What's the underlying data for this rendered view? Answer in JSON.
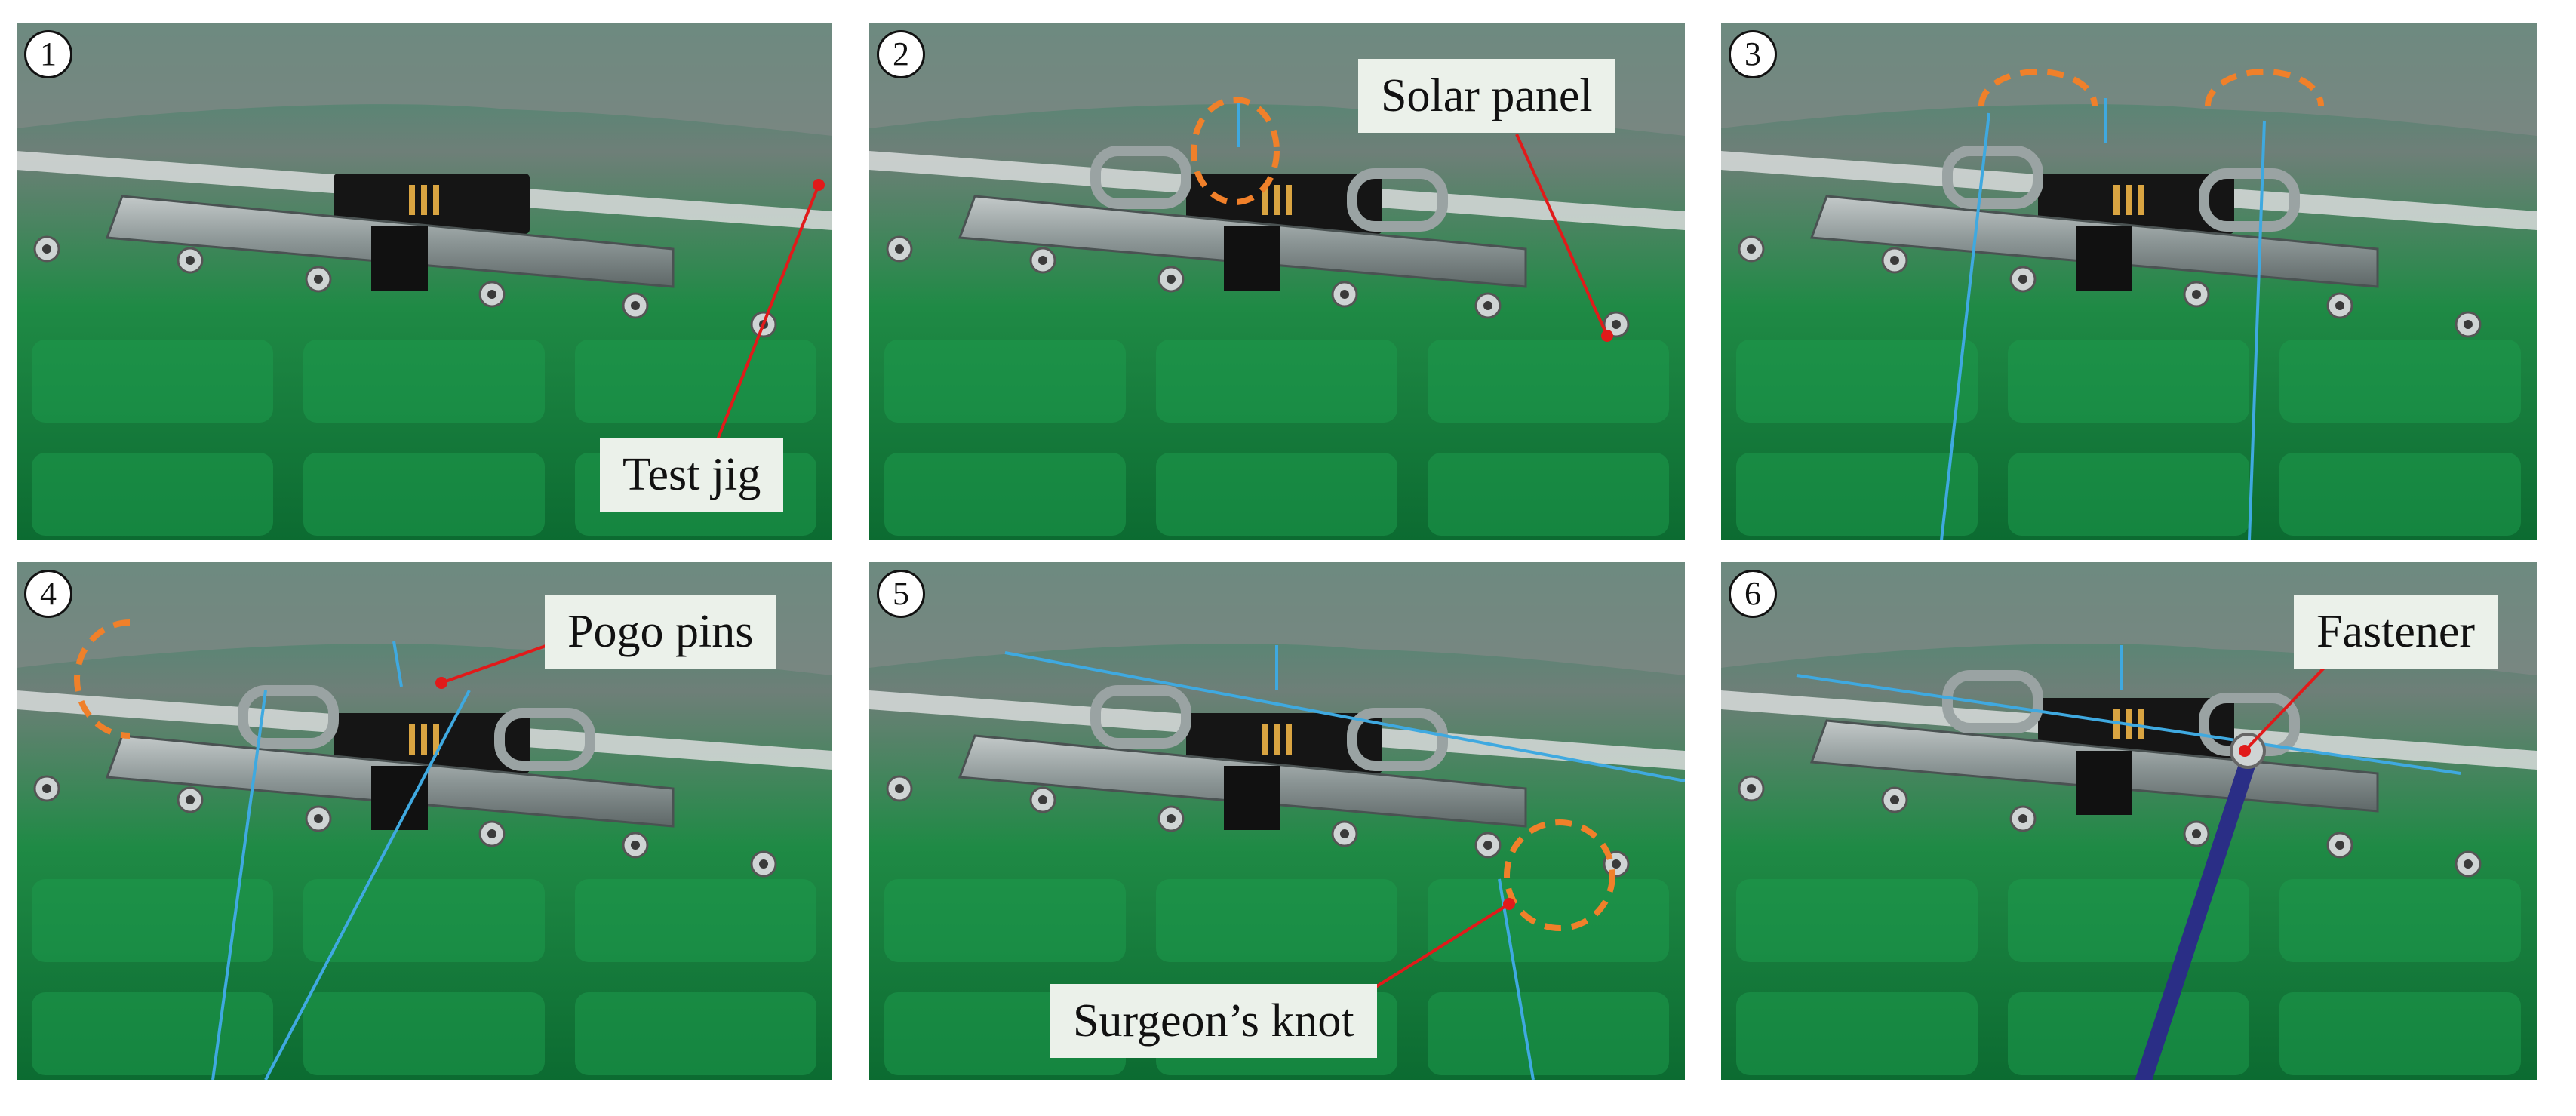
{
  "figure": {
    "panels": [
      {
        "number": "1"
      },
      {
        "number": "2"
      },
      {
        "number": "3"
      },
      {
        "number": "4"
      },
      {
        "number": "5"
      },
      {
        "number": "6"
      }
    ],
    "callouts": {
      "test_jig": "Test jig",
      "solar_panel": "Solar panel",
      "pogo_pins": "Pogo pins",
      "surgeons_knot": "Surgeon’s knot",
      "fastener": "Fastener"
    },
    "colors": {
      "pcb_green": "#0f7a3c",
      "metal_gray": "#8c9696",
      "thread_blue": "#3fa9e0",
      "annotation_orange": "#f0802a",
      "leader_red": "#e11a1a",
      "callout_bg": "#ebf1ea"
    }
  }
}
